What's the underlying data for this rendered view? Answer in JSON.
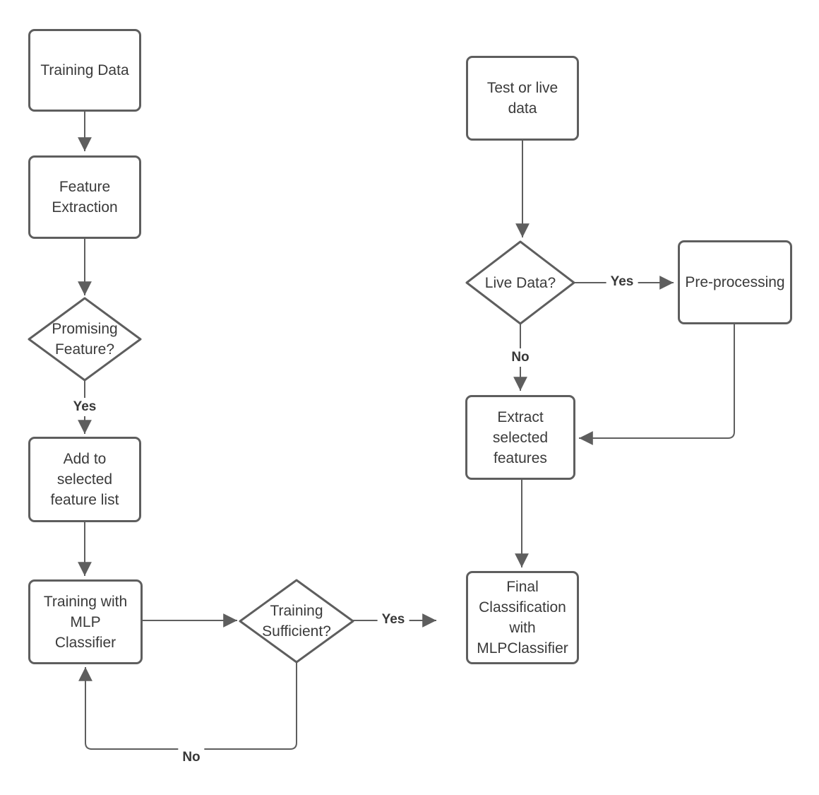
{
  "diagram": {
    "type": "flowchart",
    "nodes": {
      "training_data": {
        "label": "Training Data",
        "shape": "process"
      },
      "feature_extraction": {
        "label": [
          "Feature",
          "Extraction"
        ],
        "shape": "process"
      },
      "promising_feature": {
        "label": [
          "Promising",
          "Feature?"
        ],
        "shape": "decision"
      },
      "add_to_selected": {
        "label": [
          "Add to",
          "selected",
          "feature list"
        ],
        "shape": "process"
      },
      "training_mlp": {
        "label": [
          "Training with",
          "MLP",
          "Classifier"
        ],
        "shape": "process"
      },
      "training_sufficient": {
        "label": [
          "Training",
          "Sufficient?"
        ],
        "shape": "decision"
      },
      "test_or_live": {
        "label": [
          "Test or live",
          "data"
        ],
        "shape": "process"
      },
      "live_data": {
        "label": "Live Data?",
        "shape": "decision"
      },
      "pre_processing": {
        "label": "Pre-processing",
        "shape": "process"
      },
      "extract_features": {
        "label": [
          "Extract",
          "selected",
          "features"
        ],
        "shape": "process"
      },
      "final_classification": {
        "label": [
          "Final",
          "Classification",
          "with",
          "MLPClassifier"
        ],
        "shape": "process"
      }
    },
    "edge_labels": {
      "promising_yes": "Yes",
      "training_sufficient_yes": "Yes",
      "training_sufficient_no": "No",
      "live_data_yes": "Yes",
      "live_data_no": "No"
    },
    "colors": {
      "node_border": "#5e5e5e",
      "connector": "#5e5e5e",
      "arrowhead": "#5e5e5e",
      "node_fill": "#ffffff",
      "text": "#3a3a3a",
      "edge_label_text": "#383838",
      "background": "#ffffff"
    }
  }
}
